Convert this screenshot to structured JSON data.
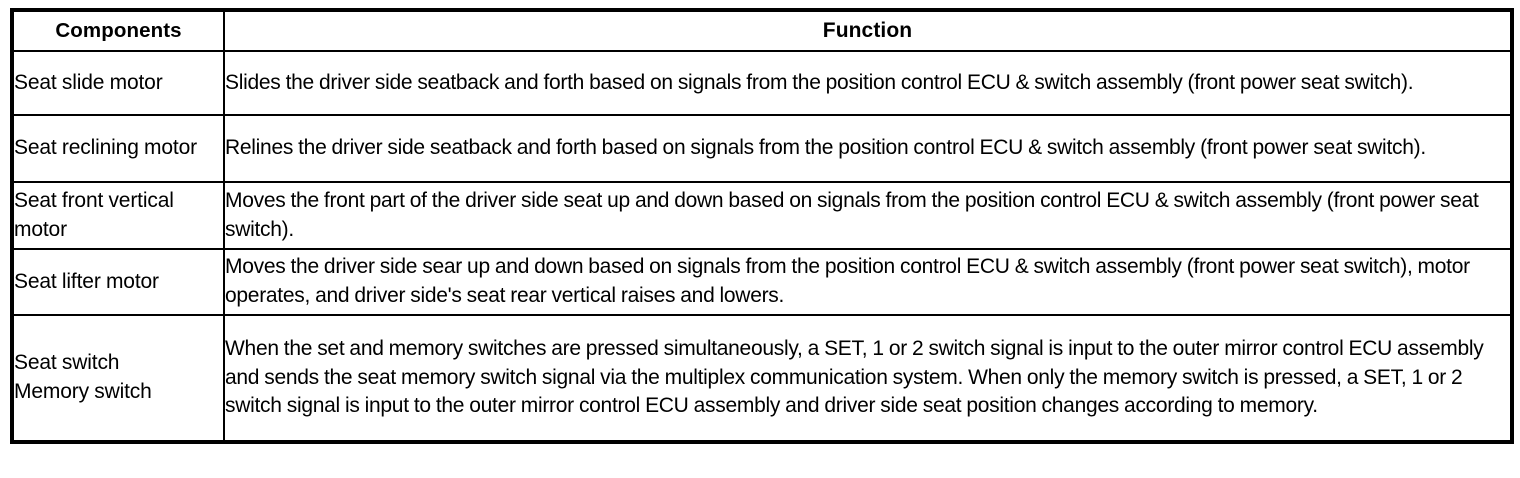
{
  "table": {
    "headers": {
      "components": "Components",
      "function": "Function"
    },
    "rows": [
      {
        "component": "Seat slide motor",
        "function": "Slides the driver side seatback and forth based on signals from the position control ECU & switch assembly (front power seat switch)."
      },
      {
        "component": "Seat reclining motor",
        "function": "Relines the driver side seatback and forth based on signals from the position control ECU & switch assembly (front power seat switch)."
      },
      {
        "component": "Seat front vertical motor",
        "function": "Moves the front part of the driver side seat up and down based on signals from the position control ECU & switch assembly (front power seat switch)."
      },
      {
        "component": "Seat lifter motor",
        "function": "Moves the driver side sear up and down based on signals from the position control ECU & switch assembly (front power seat switch), motor operates, and driver side's seat rear vertical raises and lowers."
      },
      {
        "component": "Seat switch\nMemory switch",
        "function": "When the set and memory switches are pressed simultaneously, a SET, 1 or 2 switch signal is input to the outer mirror control ECU assembly and sends the seat memory switch signal via the multiplex communication system. When only the memory switch is pressed, a SET, 1 or 2 switch signal is input to the outer mirror control ECU assembly and driver side seat position changes according to memory."
      }
    ]
  },
  "colors": {
    "border": "#000000",
    "text": "#000000",
    "background": "#ffffff"
  }
}
